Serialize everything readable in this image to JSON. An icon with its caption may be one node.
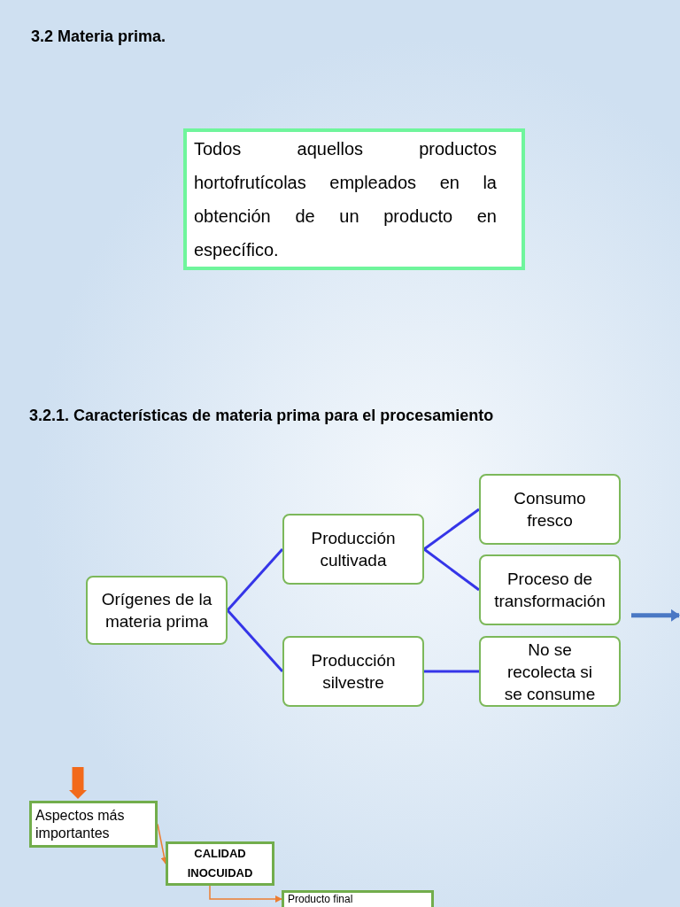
{
  "diagram": {
    "title": "3.2 Materia prima.",
    "nodes": [
      {
        "text": [
          "Todos aquellos productos hortofrutícolas empleados en la obtención de un producto en específico."
        ]
      },
      {
        "text": [
          "Orígenes de la materia prima"
        ]
      },
      {
        "text": [
          "Producción cultivada"
        ]
      },
      {
        "text": [
          "Producción silvestre"
        ]
      },
      {
        "text": [
          "Consumo fresco"
        ]
      },
      {
        "text": [
          "Proceso de transformación"
        ]
      },
      {
        "text": [
          "No se recolecta si se consume"
        ]
      },
      {
        "text": [
          "Aspectos más importantes"
        ]
      },
      {
        "text": [
          "CALIDAD",
          "INOCUIDAD"
        ]
      },
      {
        "text": [
          "Producto final"
        ]
      }
    ],
    "edges": [
      {
        "from": 1,
        "to": 2,
        "arrow": "none",
        "color": "#3535e8"
      },
      {
        "from": 1,
        "to": 3,
        "arrow": "none",
        "color": "#3535e8"
      },
      {
        "from": 2,
        "to": 4,
        "arrow": "none",
        "color": "#3535e8"
      },
      {
        "from": 2,
        "to": 5,
        "arrow": "none",
        "color": "#3535e8"
      },
      {
        "from": 3,
        "to": 6,
        "arrow": "none",
        "color": "#3535e8"
      },
      {
        "from": 5,
        "to": null,
        "arrow": "to",
        "color": "#4a78c4"
      },
      {
        "from": null,
        "to": 7,
        "arrow": "to",
        "color": "#f26a1b",
        "style": "thick"
      },
      {
        "from": 7,
        "to": 8,
        "arrow": "to",
        "color": "#ed7d31"
      },
      {
        "from": 8,
        "to": 9,
        "arrow": "to",
        "color": "#ed7d31"
      }
    ],
    "labels": [
      "3.2.1. Características de materia prima para el procesamiento"
    ]
  }
}
